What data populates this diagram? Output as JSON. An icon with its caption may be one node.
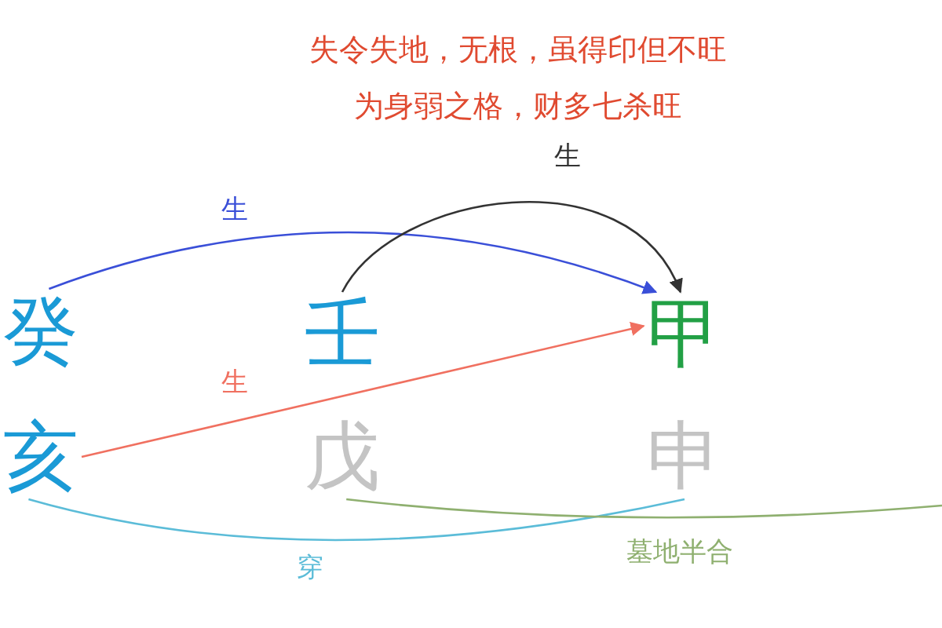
{
  "diagram": {
    "nodes": [
      {
        "text": [
          "癸"
        ]
      },
      {
        "text": [
          "壬"
        ]
      },
      {
        "text": [
          "甲"
        ]
      },
      {
        "text": [
          "亥"
        ]
      },
      {
        "text": [
          "戊"
        ]
      },
      {
        "text": [
          "申"
        ]
      }
    ],
    "edges": [
      {
        "from": 0,
        "to": 2,
        "arrow": "to",
        "label": "生",
        "color": "#3a4fd8"
      },
      {
        "from": 1,
        "to": 2,
        "arrow": "to",
        "label": "生",
        "color": "#333333"
      },
      {
        "from": 3,
        "to": 2,
        "arrow": "to",
        "label": "生",
        "color": "#f07060"
      },
      {
        "from": 3,
        "to": 5,
        "arrow": "none",
        "label": "穿",
        "color": "#5bbcd8"
      },
      {
        "from": 4,
        "to": null,
        "arrow": "none",
        "label": "墓地半合",
        "color": "#8fb070"
      }
    ],
    "labels": [
      "失令失地，无根，虽得印但不旺",
      "为身弱之格，财多七杀旺"
    ]
  }
}
